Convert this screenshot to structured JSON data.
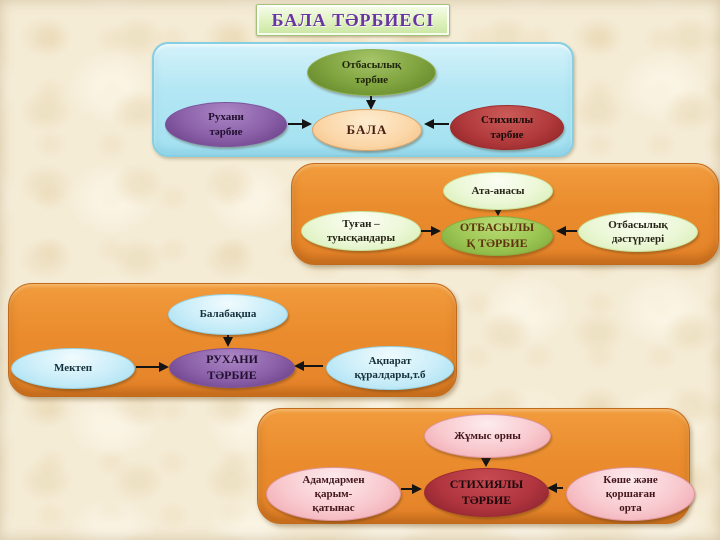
{
  "title": "БАЛА ТӘРБИЕСІ",
  "colors": {
    "background": "#f5ecd6",
    "title_text": "#6a35a2",
    "title_box": "#d9edb2",
    "panel_blue": "#a9e3f2",
    "panel_orange": "#e8872b",
    "ellipse_green": "#7ea23d",
    "ellipse_purple": "#8a5fa8",
    "ellipse_red": "#b23a3c",
    "ellipse_peach": "#fbd6a7",
    "ellipse_light_green": "#ebf7d6",
    "ellipse_mid_green": "#9cc653",
    "ellipse_light_blue": "#c9edf9",
    "ellipse_pink": "#f8c9ce",
    "ellipse_dark_red": "#b1353f",
    "arrow": "#141414"
  },
  "panels": [
    {
      "id": "bala",
      "center": "БАЛА",
      "top": "Отбасылық\nтәрбие",
      "left": "Рухани\nтәрбие",
      "right": "Стихиялы\nтәрбие"
    },
    {
      "id": "otbasylyq-tarbie",
      "center": "ОТБАСЫЛЫ\nҚ ТӘРБИЕ",
      "top": "Ата-анасы",
      "left": "Туған –\nтуысқандары",
      "right": "Отбасылық\nдәстүрлері"
    },
    {
      "id": "rukhani-tarbie",
      "center": "РУХАНИ\nТӘРБИЕ",
      "top": "Балабақша",
      "left": "Мектеп",
      "right": "Ақпарат\nқұралдары,т.б"
    },
    {
      "id": "stikhialy-tarbie",
      "center": "СТИХИЯЛЫ\nТӘРБИЕ",
      "top": "Жұмыс орны",
      "left": "Адамдармен\nқарым-\nқатынас",
      "right": "Көше және\nқоршаған\nорта"
    }
  ]
}
